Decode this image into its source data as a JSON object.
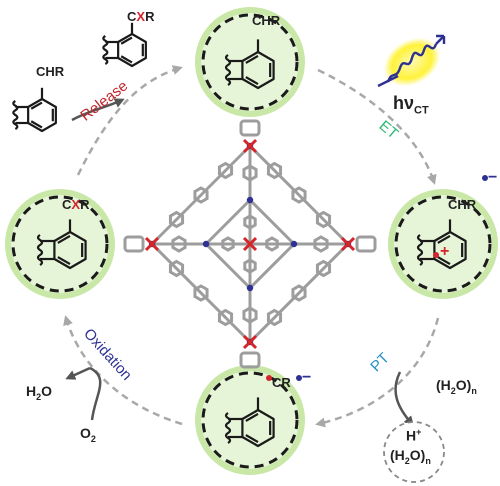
{
  "colors": {
    "ring_fill": "#e6f4d7",
    "ring_glow": "#c9e8a8",
    "ring_dash": "#1a1a1a",
    "cycle_arrow": "#a8a8a8",
    "release": "#c0282d",
    "et": "#2bb673",
    "pt": "#2a8fc5",
    "oxidation": "#2e3192",
    "cage_bond": "#9d9d9d",
    "cage_n": "#2e3192",
    "cage_metal": "#d4252b",
    "photon_glow": "#fff23a",
    "photon_wave": "#2e3192"
  },
  "labels": {
    "release": "Release",
    "et": "ET",
    "pt": "PT",
    "oxidation": "Oxidation"
  },
  "species": {
    "top_sub": "CHR",
    "right_sub": "CHR",
    "bottom_sub": "CR",
    "left_sub_c": "C",
    "left_sub_x": "X",
    "left_sub_r": "R",
    "outside_top_c": "C",
    "outside_top_x": "X",
    "outside_top_r": "R",
    "outside_left_sub": "CHR"
  },
  "photon": {
    "main": "hν",
    "sub": "CT"
  },
  "charges": {
    "minus": "−",
    "plus": "+"
  },
  "reagents": {
    "water_cluster": "(H",
    "water_cluster_sub": "2",
    "water_cluster_tail": "O)",
    "water_cluster_n": "n",
    "proton": "H",
    "proton_sup": "+",
    "h2o": "H",
    "h2o_sub": "2",
    "h2o_tail": "O",
    "o2": "O",
    "o2_sub": "2"
  }
}
